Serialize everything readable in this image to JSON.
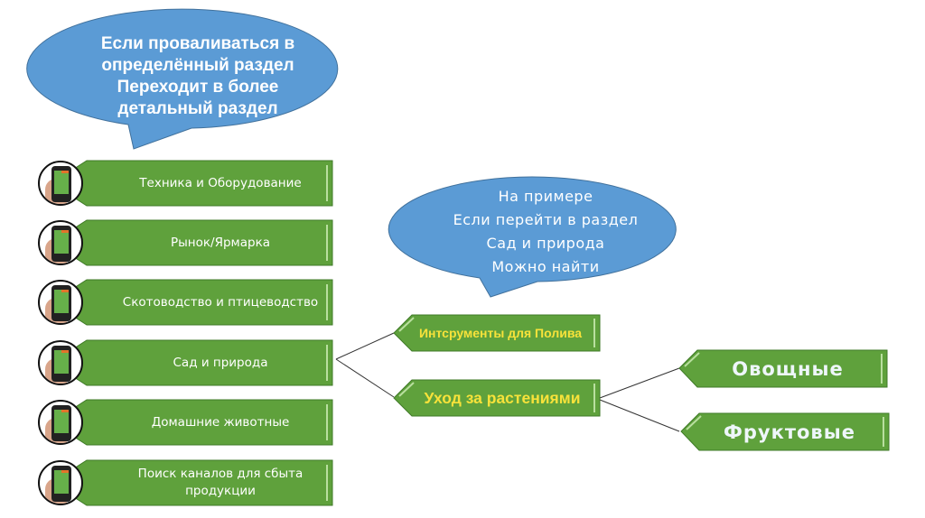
{
  "colors": {
    "bubble_fill": "#5b9bd5",
    "bubble_stroke": "#41719c",
    "tag_fill": "#5fa13c",
    "tag_stroke": "#3f7a27",
    "yellow_text": "#f7e23a"
  },
  "callout_top": {
    "lines": [
      "Если проваливаться в",
      "определённый раздел",
      "Переходит в более",
      "детальный раздел"
    ]
  },
  "callout_example": {
    "lines": [
      "На примере",
      "Если перейти в раздел",
      "Сад и природа",
      "Можно найти"
    ]
  },
  "categories": [
    {
      "label": "Техника и Оборудование",
      "icon": "phone-in-hand-icon"
    },
    {
      "label": "Рынок/Ярмарка",
      "icon": "phone-in-hand-icon"
    },
    {
      "label": "Скотоводство и птицеводство",
      "icon": "phone-in-hand-icon"
    },
    {
      "label": "Сад и природа",
      "icon": "phone-in-hand-icon"
    },
    {
      "label": "Домашние животные",
      "icon": "phone-in-hand-icon"
    },
    {
      "label": "Поиск каналов для сбыта продукции",
      "icon": "phone-in-hand-icon"
    }
  ],
  "subcategories": {
    "tools": "Интсрументы для  Полива",
    "care": "Уход за растениями",
    "vegetables": "Овощные",
    "fruits": "Фруктовые"
  }
}
